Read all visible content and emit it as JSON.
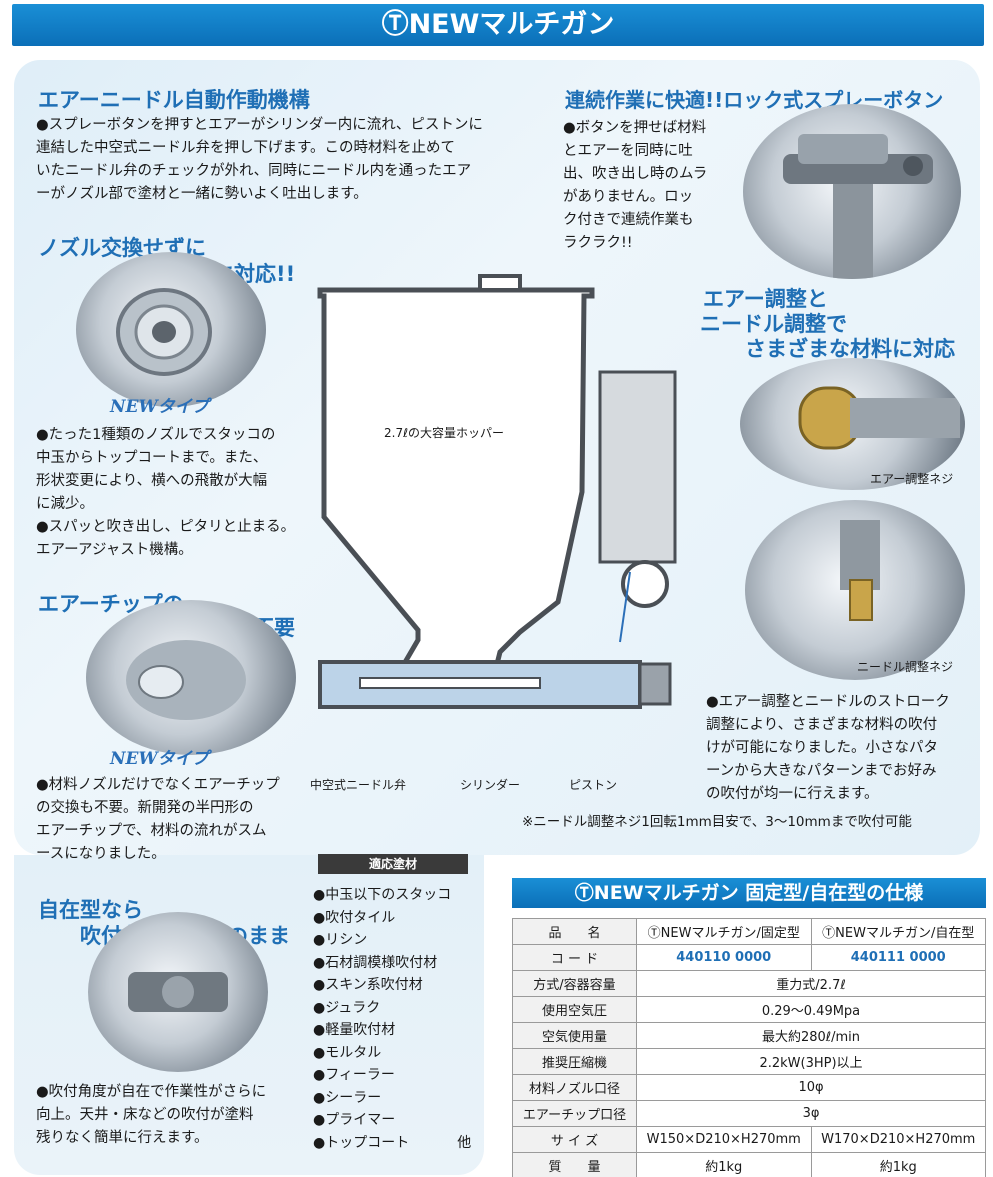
{
  "title": "ⓉNEWマルチガン",
  "sections": {
    "needle": {
      "heading": "エアーニードル自動作動機構",
      "lines": [
        "●スプレーボタンを押すとエアーがシリンダー内に流れ、ピストンに",
        "連結した中空式ニードル弁を押し下げます。この時材料を止めて",
        "いたニードル弁のチェックが外れ、同時にニードル内を通ったエア",
        "ーがノズル部で塗材と一緒に勢いよく吐出します。"
      ]
    },
    "lock": {
      "heading": "連続作業に快適!!ロック式スプレーボタン",
      "lines": [
        "●ボタンを押せば材料",
        "とエアーを同時に吐",
        "出、吹き出し時のムラ",
        "がありません。ロッ",
        "ク付きで連続作業も",
        "ラクラク!!"
      ]
    },
    "nozzle": {
      "heading1": "ノズル交換せずに",
      "heading2": "マルチに対応!!",
      "newtype": "NEWタイプ",
      "lines": [
        "●たった1種類のノズルでスタッコの",
        "中玉からトップコートまで。また、",
        "形状変更により、横への飛散が大幅",
        "に減少。",
        "●スパッと吹き出し、ピタリと止まる。",
        "エアーアジャスト機構。"
      ]
    },
    "adjust": {
      "heading1": "エアー調整と",
      "heading2": "ニードル調整で",
      "heading3": "さまざまな材料に対応",
      "label_air": "エアー調整ネジ",
      "label_needle": "ニードル調整ネジ",
      "lines": [
        "●エアー調整とニードルのストローク",
        "調整により、さまざまな材料の吹付",
        "けが可能になりました。小さなパタ",
        "ーンから大きなパターンまでお好み",
        "の吹付が均一に行えます。"
      ],
      "note": "※ニードル調整ネジ1回転1mm目安で、3〜10mmまで吹付可能"
    },
    "airtip": {
      "heading1": "エアーチップの",
      "heading2": "交換も不要",
      "newtype": "NEWタイプ",
      "lines": [
        "●材料ノズルだけでなくエアーチップ",
        "の交換も不要。新開発の半円形の",
        "エアーチップで、材料の流れがスム",
        "ースになりました。"
      ]
    },
    "free": {
      "heading1": "自在型なら",
      "heading2": "吹付角度が思いのまま",
      "lines": [
        "●吹付角度が自在で作業性がさらに",
        "向上。天井・床などの吹付が塗料",
        "残りなく簡単に行えます。"
      ]
    }
  },
  "diagram": {
    "hopper_label": "2.7ℓの大容量ホッパー",
    "label_needle_valve": "中空式ニードル弁",
    "label_cylinder": "シリンダー",
    "label_piston": "ピストン"
  },
  "materials": {
    "heading": "適応塗材",
    "items": [
      "●中玉以下のスタッコ",
      "●吹付タイル",
      "●リシン",
      "●石材調模様吹付材",
      "●スキン系吹付材",
      "●ジュラク",
      "●軽量吹付材",
      "●モルタル",
      "●フィーラー",
      "●シーラー",
      "●プライマー",
      "●トップコート"
    ],
    "etc": "他"
  },
  "spec": {
    "title": "ⓉNEWマルチガン 固定型/自在型の仕様",
    "rows": [
      {
        "label": "品　　名",
        "fixed": "ⓉNEWマルチガン/固定型",
        "free": "ⓉNEWマルチガン/自在型"
      },
      {
        "label": "コ ー ド",
        "fixed": "440110 0000",
        "free": "440111 0000"
      },
      {
        "label": "方式/容器容量",
        "both": "重力式/2.7ℓ"
      },
      {
        "label": "使用空気圧",
        "both": "0.29〜0.49Mpa"
      },
      {
        "label": "空気使用量",
        "both": "最大約280ℓ/min"
      },
      {
        "label": "推奨圧縮機",
        "both": "2.2kW(3HP)以上"
      },
      {
        "label": "材料ノズル口径",
        "both": "10φ"
      },
      {
        "label": "エアーチップ口径",
        "both": "3φ"
      },
      {
        "label": "サ イ ズ",
        "fixed": "W150×D210×H270mm",
        "free": "W170×D210×H270mm"
      },
      {
        "label": "質　　量",
        "fixed": "約1kg",
        "free": "約1kg"
      }
    ]
  }
}
